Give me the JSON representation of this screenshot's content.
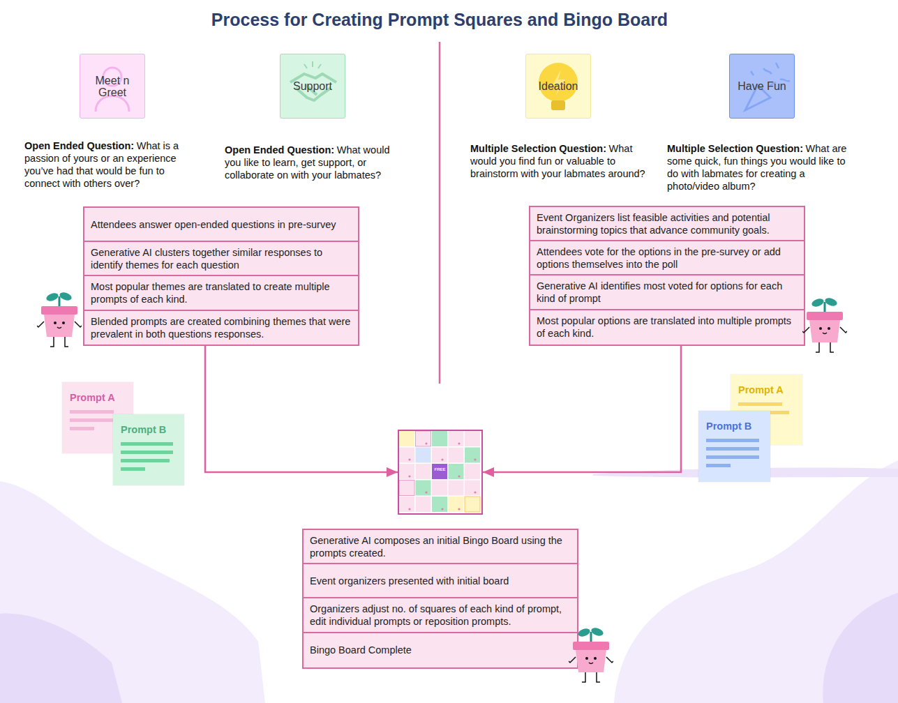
{
  "diagram": {
    "title": "Process for Creating Prompt Squares and Bingo Board",
    "nodes": [
      {
        "text": [
          "Meet n Greet"
        ]
      },
      {
        "text": [
          "Support"
        ]
      },
      {
        "text": [
          "Ideation"
        ]
      },
      {
        "text": [
          "Have Fun"
        ]
      },
      {
        "text": [
          "Attendees answer open-ended questions in pre-survey"
        ]
      },
      {
        "text": [
          "Generative AI clusters together similar responses to identify themes for each question"
        ]
      },
      {
        "text": [
          "Most popular themes are translated to create multiple prompts of each kind."
        ]
      },
      {
        "text": [
          "Blended prompts are created combining themes that were prevalent in both questions responses."
        ]
      },
      {
        "text": [
          "Event Organizers list feasible activities and potential brainstorming topics that advance community goals."
        ]
      },
      {
        "text": [
          "Attendees vote for the options in the pre-survey or add options themselves into the poll"
        ]
      },
      {
        "text": [
          "Generative AI identifies most voted for options for each kind of prompt"
        ]
      },
      {
        "text": [
          "Most popular options are translated into multiple prompts of each kind."
        ]
      },
      {
        "text": [
          "Prompt A"
        ]
      },
      {
        "text": [
          "Prompt B"
        ]
      },
      {
        "text": [
          "Prompt A"
        ]
      },
      {
        "text": [
          "Prompt B"
        ]
      },
      {
        "text": [
          "FREE"
        ]
      },
      {
        "text": [
          "Generative AI composes an initial Bingo Board using the prompts created."
        ]
      },
      {
        "text": [
          "Event organizers presented with initial board"
        ]
      },
      {
        "text": [
          "Organizers adjust no. of squares of each kind of prompt, edit individual prompts or reposition prompts."
        ]
      },
      {
        "text": [
          "Bingo Board Complete"
        ]
      }
    ],
    "edges": [
      {
        "from": 7,
        "to": 16,
        "arrow": "to"
      },
      {
        "from": 11,
        "to": 16,
        "arrow": "to"
      }
    ],
    "labels": [
      "Open Ended Question:",
      "What is a passion of yours or an experience you’ve had that would be fun to connect with others over?",
      "Open Ended Question:",
      "What would you like to learn, get support, or collaborate on with your labmates?",
      "Multiple Selection Question:",
      "What would you find fun or valuable to brainstorm with your labmates around?",
      "Multiple Selection Question:",
      "What are some quick, fun things you would like to do with labmates for creating a photo/video album?"
    ]
  }
}
